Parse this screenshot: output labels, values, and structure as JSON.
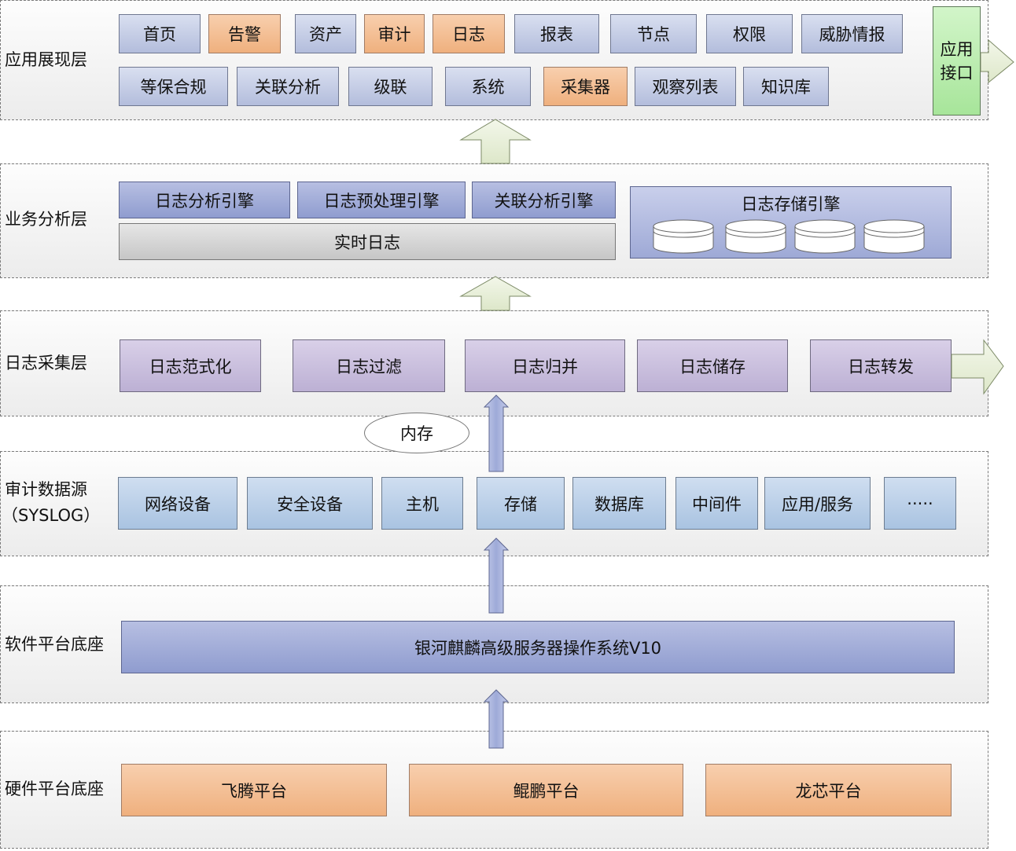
{
  "layers": {
    "app": {
      "label": "应用展现层",
      "row1": [
        "首页",
        "告警",
        "资产",
        "审计",
        "日志",
        "报表",
        "节点",
        "权限",
        "威胁情报"
      ],
      "row2": [
        "等保合规",
        "关联分析",
        "级联",
        "系统",
        "采集器",
        "观察列表",
        "知识库"
      ],
      "api": [
        "应用",
        "接口"
      ]
    },
    "business": {
      "label": "业务分析层",
      "engines": [
        "日志分析引擎",
        "日志预处理引擎",
        "关联分析引擎"
      ],
      "realtime": "实时日志",
      "storage": "日志存储引擎"
    },
    "collection": {
      "label": "日志采集层",
      "items": [
        "日志范式化",
        "日志过滤",
        "日志归并",
        "日志储存",
        "日志转发"
      ],
      "memory": "内存"
    },
    "source": {
      "label": "审计数据源",
      "sublabel": "（SYSLOG）",
      "items": [
        "网络设备",
        "安全设备",
        "主机",
        "存储",
        "数据库",
        "中间件",
        "应用/服务",
        "·····"
      ]
    },
    "software": {
      "label": "软件平台底座",
      "os": "银河麒麟高级服务器操作系统V10"
    },
    "hardware": {
      "label": "硬件平台底座",
      "items": [
        "飞腾平台",
        "鲲鹏平台",
        "龙芯平台"
      ]
    }
  },
  "colors": {
    "blue_box": "#c5cde8",
    "orange_box": "#f3be94",
    "purple_box": "#cbc1de",
    "light_blue_box": "#bcd0e8",
    "green_box": "#bdeeb1",
    "arrow_green": "#ebf1de",
    "arrow_blue": "#a5b0dc"
  }
}
